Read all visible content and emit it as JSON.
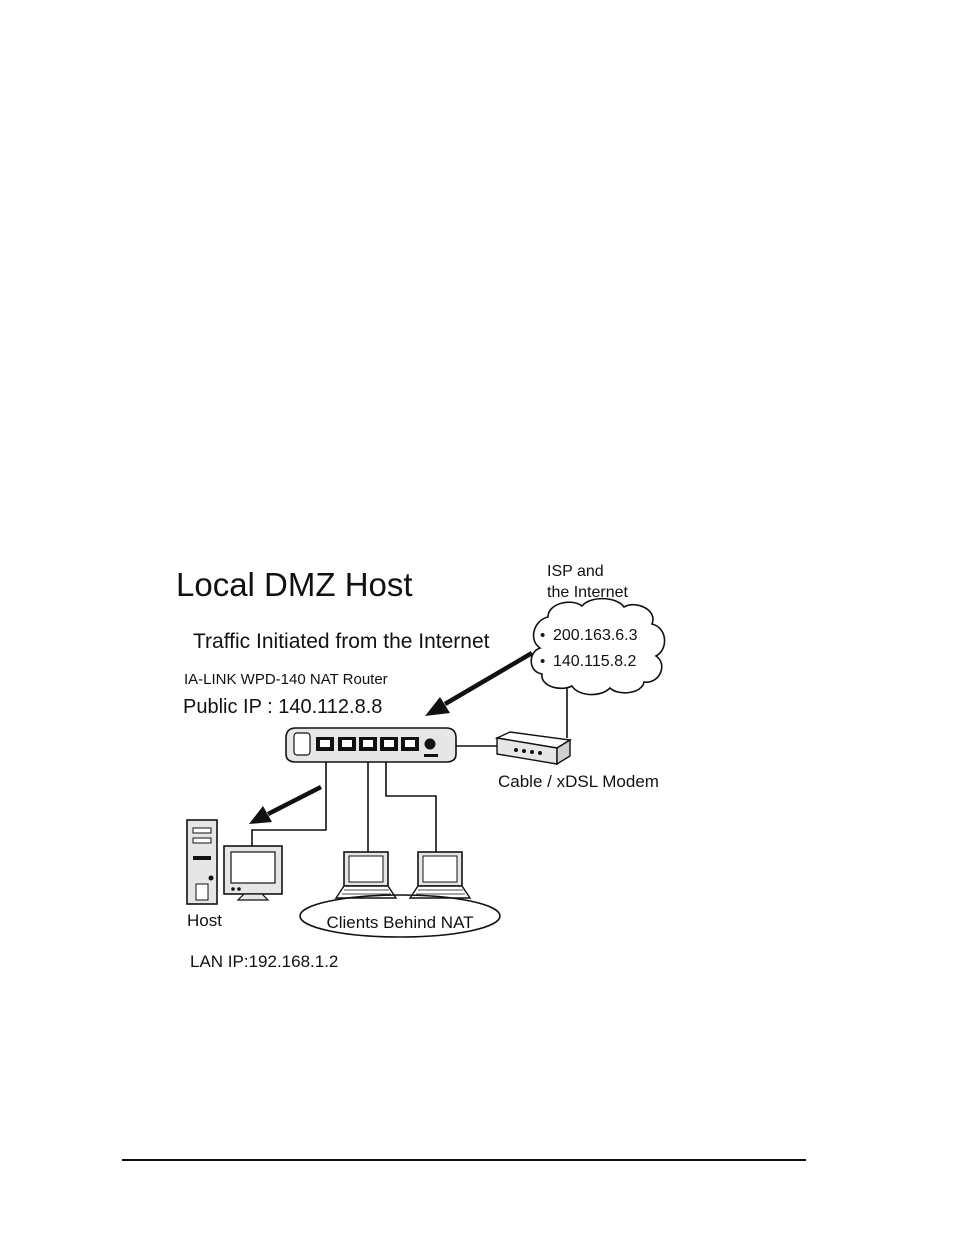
{
  "diagram": {
    "title": "Local DMZ Host",
    "traffic_caption": "Traffic Initiated from the Internet",
    "router_name": "IA-LINK WPD-140 NAT Router",
    "public_ip": "Public IP : 140.112.8.8",
    "isp_label_line1": "ISP and",
    "isp_label_line2": "the Internet",
    "internet_ips": [
      "200.163.6.3",
      "140.115.8.2"
    ],
    "modem_label": "Cable / xDSL Modem",
    "host_label": "Host",
    "clients_label": "Clients Behind NAT",
    "lan_ip": "LAN IP:192.168.1.2",
    "bullet": "•"
  },
  "colors": {
    "ink": "#111111",
    "background_panel": "#ffffff",
    "device_fill": "#e6e6e6",
    "screen_fill": "#ffffff"
  }
}
